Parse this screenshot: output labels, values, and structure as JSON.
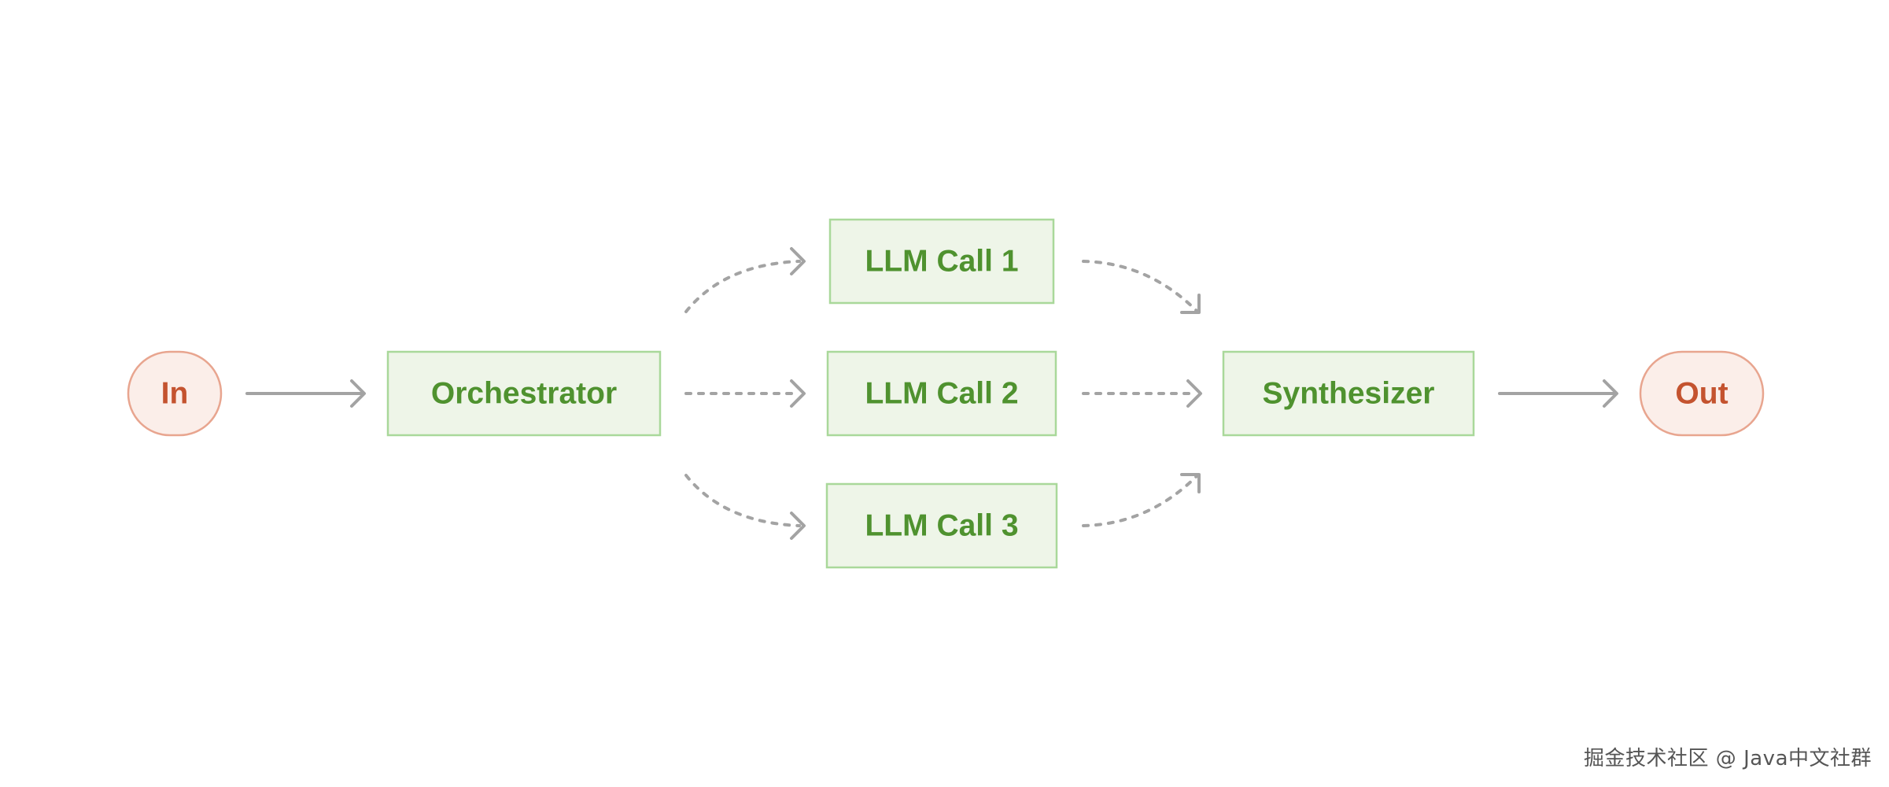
{
  "colors": {
    "terminal_fill": "#fbeee9",
    "terminal_stroke": "#e8a58f",
    "terminal_text": "#c4532f",
    "box_fill": "#eef5e8",
    "box_stroke": "#a9d89a",
    "box_text": "#4f922f",
    "arrow": "#a3a3a3"
  },
  "nodes": {
    "input": "In",
    "orchestrator": "Orchestrator",
    "call1": "LLM Call 1",
    "call2": "LLM Call 2",
    "call3": "LLM Call 3",
    "synthesizer": "Synthesizer",
    "output": "Out"
  },
  "edges": [
    {
      "from": "input",
      "to": "orchestrator",
      "style": "solid"
    },
    {
      "from": "orchestrator",
      "to": "call1",
      "style": "dashed"
    },
    {
      "from": "orchestrator",
      "to": "call2",
      "style": "dashed"
    },
    {
      "from": "orchestrator",
      "to": "call3",
      "style": "dashed"
    },
    {
      "from": "call1",
      "to": "synthesizer",
      "style": "dashed"
    },
    {
      "from": "call2",
      "to": "synthesizer",
      "style": "dashed"
    },
    {
      "from": "call3",
      "to": "synthesizer",
      "style": "dashed"
    },
    {
      "from": "synthesizer",
      "to": "output",
      "style": "solid"
    }
  ],
  "watermark": "掘金技术社区 @ Java中文社群"
}
